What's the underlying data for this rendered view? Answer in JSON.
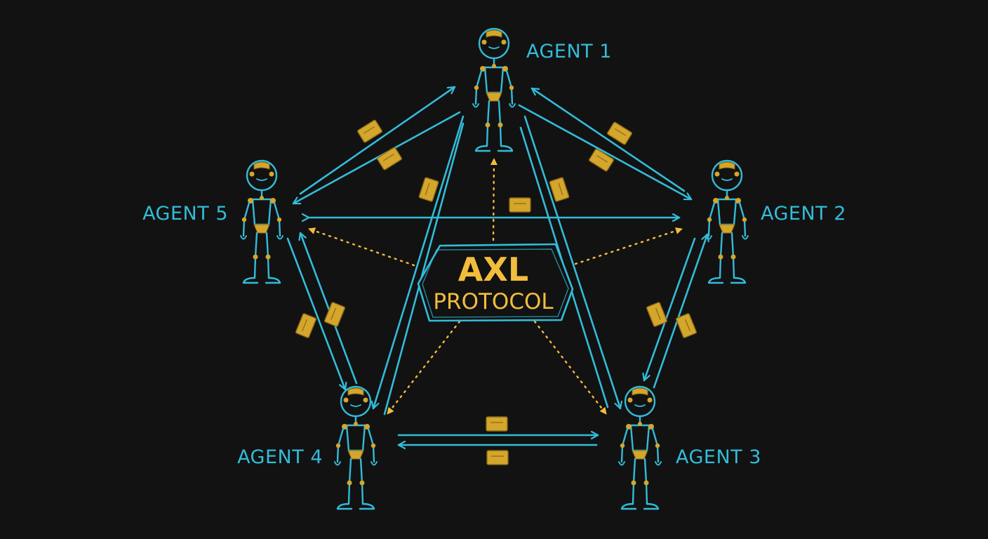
{
  "colors": {
    "background": "#121212",
    "line": "#33bcd9",
    "accent": "#f2bd3d",
    "packet_fill": "#d4a62c",
    "packet_stroke": "#8a6a14"
  },
  "hub": {
    "title": "AXL",
    "subtitle": "PROTOCOL"
  },
  "agents": [
    {
      "id": "agent-1",
      "label": "AGENT 1"
    },
    {
      "id": "agent-2",
      "label": "AGENT 2"
    },
    {
      "id": "agent-3",
      "label": "AGENT 3"
    },
    {
      "id": "agent-4",
      "label": "AGENT 4"
    },
    {
      "id": "agent-5",
      "label": "AGENT 5"
    }
  ],
  "icons": {
    "agent": "robot-agent-icon",
    "packet": "data-packet-icon"
  }
}
